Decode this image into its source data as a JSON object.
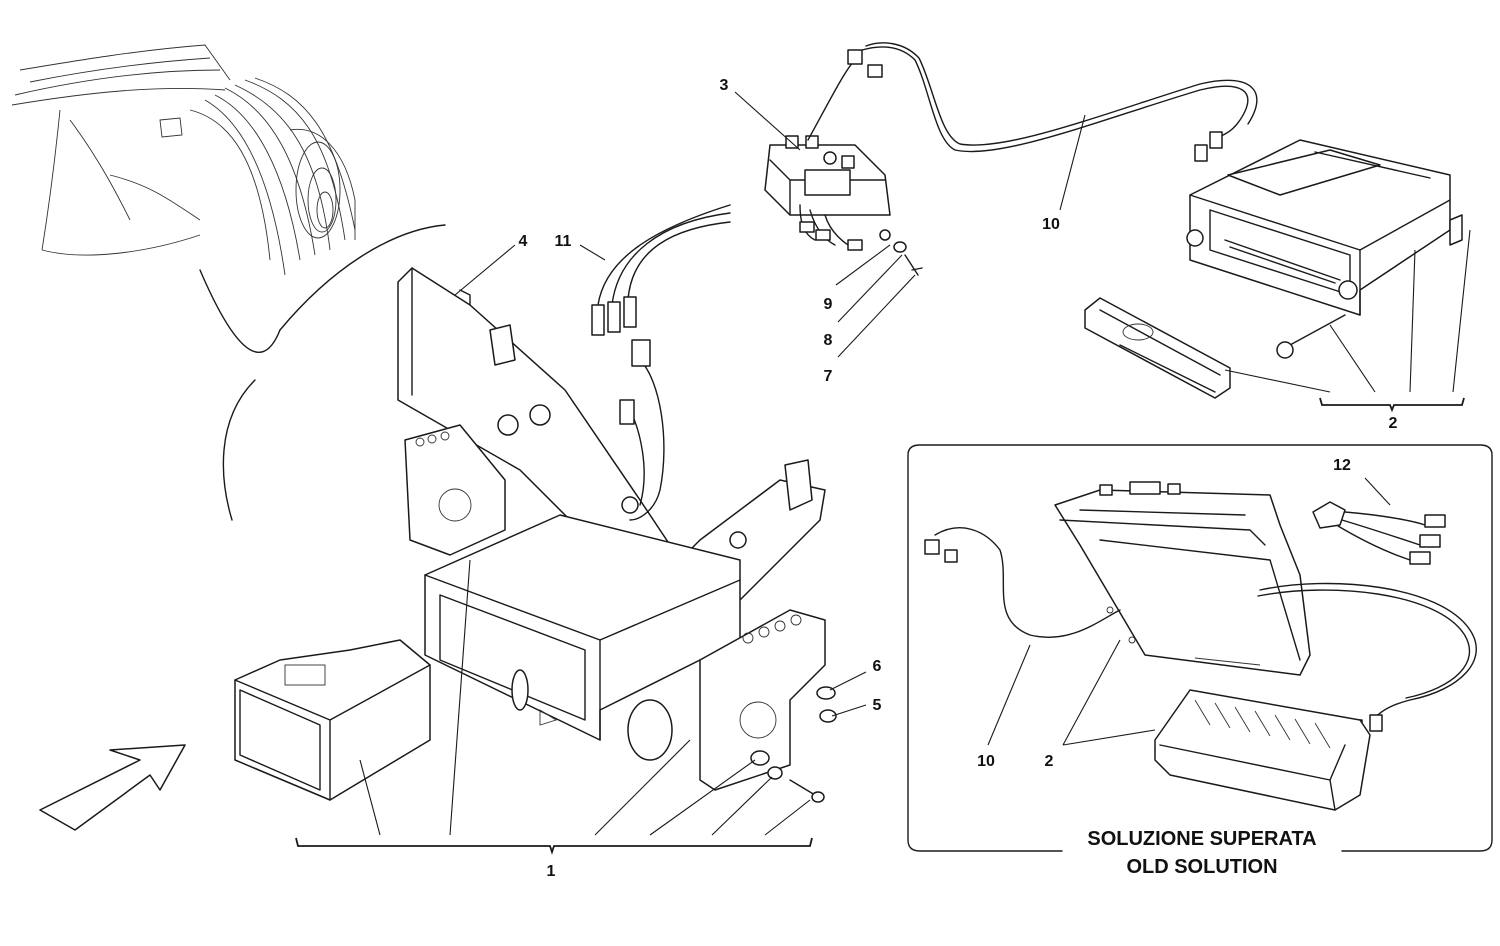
{
  "callouts": {
    "c1": "1",
    "c2_top": "2",
    "c2_inset": "2",
    "c3": "3",
    "c4": "4",
    "c5": "5",
    "c6": "6",
    "c7": "7",
    "c8": "8",
    "c9": "9",
    "c10_top": "10",
    "c10_inset": "10",
    "c11": "11",
    "c12": "12"
  },
  "inset": {
    "caption_line1": "SOLUZIONE SUPERATA",
    "caption_line2": "OLD SOLUTION"
  }
}
